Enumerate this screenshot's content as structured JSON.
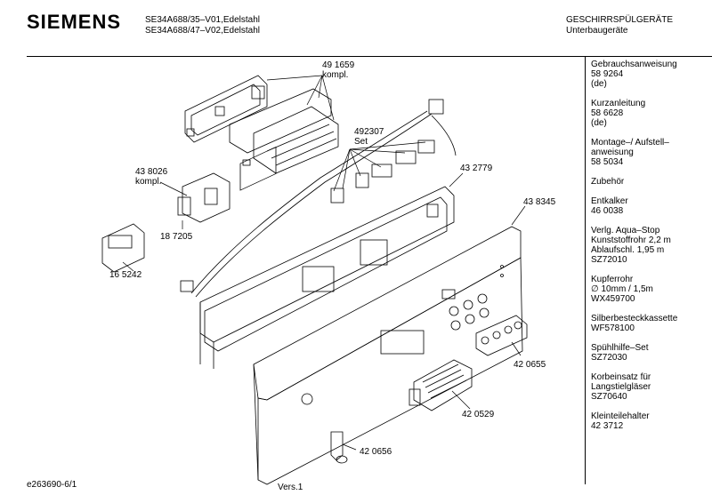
{
  "brand": "SIEMENS",
  "models": [
    "SE34A688/35–V01,Edelstahl",
    "SE34A688/47–V02,Edelstahl"
  ],
  "category": [
    "GESCHIRRSPÜLGERÄTE",
    "Unterbaugeräte"
  ],
  "sidebar": [
    [
      "Gebrauchsanweisung",
      "58 9264",
      "(de)"
    ],
    [
      "Kurzanleitung",
      "58 6628",
      "(de)"
    ],
    [
      "Montage–/ Aufstell–",
      "anweisung",
      "58 5034"
    ],
    [
      "Zubehör"
    ],
    [
      "Entkalker",
      "46 0038"
    ],
    [
      "Verlg. Aqua–Stop",
      "Kunststoffrohr 2,2 m",
      "Ablaufschl. 1,95 m",
      "SZ72010"
    ],
    [
      "Kupferrohr",
      "∅ 10mm / 1,5m",
      "WX459700"
    ],
    [
      "Silberbesteckkassette",
      "WF578100"
    ],
    [
      "Spühlhilfe–Set",
      "SZ72030"
    ],
    [
      "Korbeinsatz für",
      "Langstielgläser",
      "SZ70640"
    ],
    [
      "Kleinteilehalter",
      "42 3712"
    ]
  ],
  "parts": {
    "p491659": [
      "49 1659",
      "kompl."
    ],
    "p492307": [
      "492307",
      "Set"
    ],
    "p438026": [
      "43 8026",
      "kompl."
    ],
    "p432779": "43 2779",
    "p438345": "43 8345",
    "p187205": "18 7205",
    "p165242": "16 5242",
    "p420655": "42 0655",
    "p420529": "42 0529",
    "p420656": "42 0656"
  },
  "footer": {
    "doc_id": "e263690-6/1",
    "version": "Vers.1"
  }
}
